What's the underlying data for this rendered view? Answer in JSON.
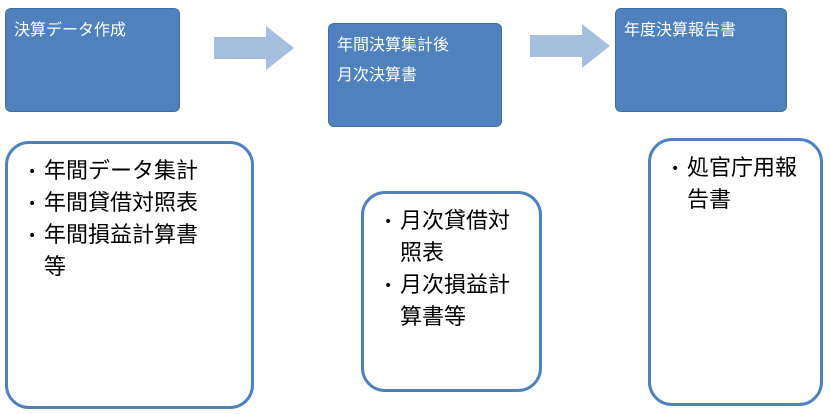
{
  "stages": [
    {
      "lines": [
        "決算データ作成"
      ]
    },
    {
      "lines": [
        "年間決算集計後",
        "月次決算書"
      ]
    },
    {
      "lines": [
        "年度決算報告書"
      ]
    }
  ],
  "details": [
    {
      "items": [
        {
          "lines": [
            "年間データ集計"
          ]
        },
        {
          "lines": [
            "年間貸借対照表"
          ]
        },
        {
          "lines": [
            "年間損益計算書",
            "等"
          ]
        }
      ]
    },
    {
      "items": [
        {
          "lines": [
            "月次貸借対",
            "照表"
          ]
        },
        {
          "lines": [
            "月次損益計",
            "算書等"
          ]
        }
      ]
    },
    {
      "items": [
        {
          "lines": [
            "処官庁用報",
            "告書"
          ]
        }
      ]
    }
  ],
  "colors": {
    "box_fill": "#4f81bd",
    "arrow_fill": "#a7bfde",
    "detail_border": "#4f81bd"
  }
}
